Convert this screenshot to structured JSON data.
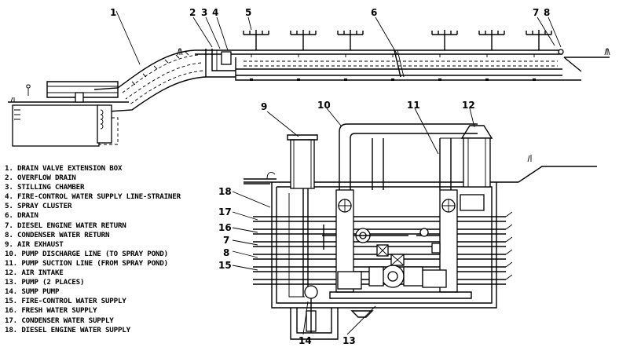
{
  "callouts": {
    "c1": "1",
    "c2": "2",
    "c3": "3",
    "c4": "4",
    "c5": "5",
    "c6": "6",
    "c7": "7",
    "c8": "8",
    "c9": "9",
    "c10": "10",
    "c11": "11",
    "c12": "12",
    "c13": "13",
    "c14": "14",
    "c15": "15",
    "c16": "16",
    "c17": "17",
    "c18": "18",
    "c7b": "7",
    "c8b": "8"
  },
  "legend": [
    "1.  DRAIN VALVE EXTENSION BOX",
    "2.  OVERFLOW DRAIN",
    "3.  STILLING CHAMBER",
    "4.  FIRE-CONTROL WATER SUPPLY LINE-STRAINER",
    "5.  SPRAY CLUSTER",
    "6.  DRAIN",
    "7.  DIESEL ENGINE WATER RETURN",
    "8.  CONDENSER WATER RETURN",
    "9.  AIR EXHAUST",
    "10. PUMP DISCHARGE LINE (TO SPRAY POND)",
    "11. PUMP SUCTION LINE (FROM SPRAY POND)",
    "12. AIR INTAKE",
    "13. PUMP (2 PLACES)",
    "14. SUMP PUMP",
    "15. FIRE-CONTROL WATER SUPPLY",
    "16. FRESH WATER SUPPLY",
    "17. CONDENSER WATER SUPPLY",
    "18. DIESEL ENGINE WATER SUPPLY"
  ]
}
